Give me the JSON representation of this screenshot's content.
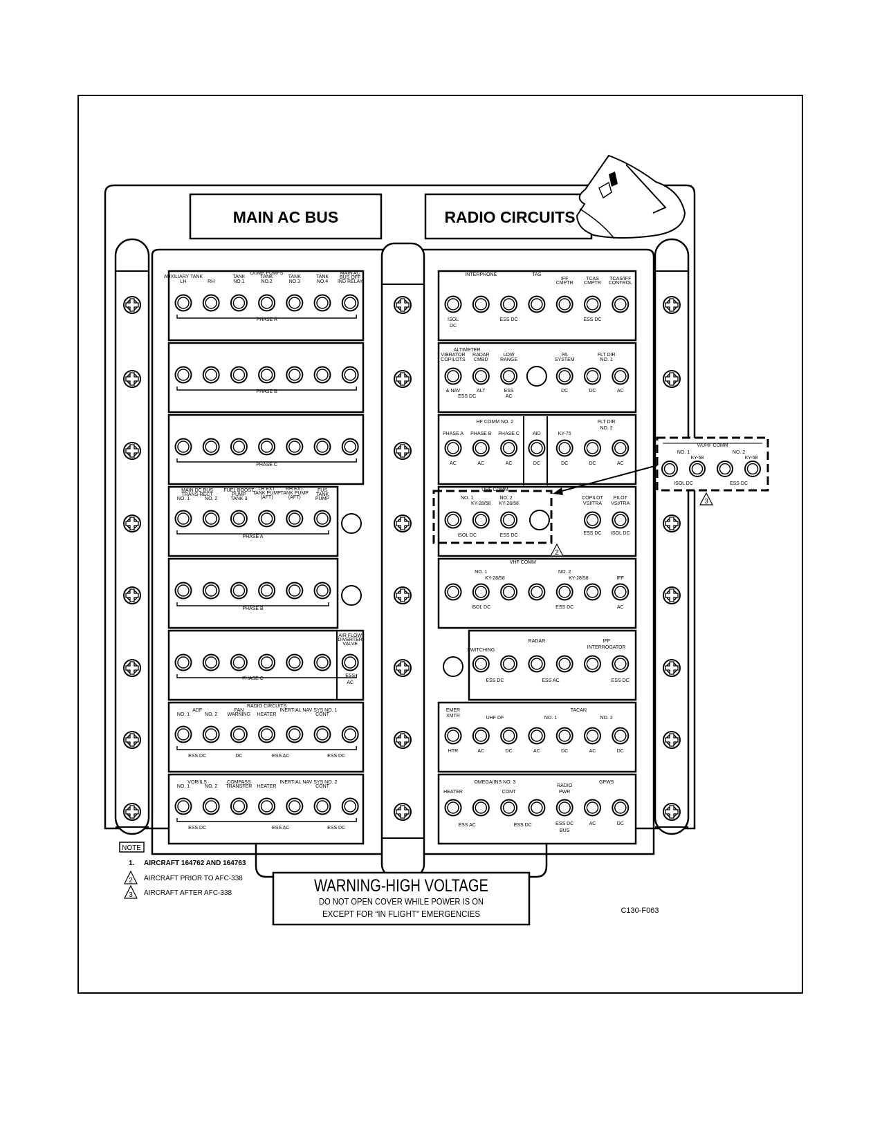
{
  "panel": {
    "main_title": "MAIN AC BUS",
    "radio_title": "RADIO CIRCUITS"
  },
  "left_strips": [
    {
      "breakers": 7,
      "labels": [
        {
          "t": "AUXILIARY TANK",
          "p": 1.0,
          "r": 0.1
        },
        {
          "t": "LH",
          "p": 1.0,
          "r": 0.17
        },
        {
          "t": "RH",
          "p": 2.0,
          "r": 0.17
        },
        {
          "t": "DUMP PUMPS",
          "p": 4.0,
          "r": 0.05
        },
        {
          "t": "TANK",
          "p": 3.0,
          "r": 0.1
        },
        {
          "t": "NO.1",
          "p": 3.0,
          "r": 0.17
        },
        {
          "t": "TANK",
          "p": 4.0,
          "r": 0.1
        },
        {
          "t": "NO.2",
          "p": 4.0,
          "r": 0.17
        },
        {
          "t": "TANK",
          "p": 5.0,
          "r": 0.1
        },
        {
          "t": "NO.3",
          "p": 5.0,
          "r": 0.17
        },
        {
          "t": "TANK",
          "p": 6.0,
          "r": 0.1
        },
        {
          "t": "NO.4",
          "p": 6.0,
          "r": 0.17
        },
        {
          "t": "MAIN AC",
          "p": 7.0,
          "r": 0.05
        },
        {
          "t": "BUS OFF",
          "p": 7.0,
          "r": 0.11
        },
        {
          "t": "IND RELAY",
          "p": 7.0,
          "r": 0.17
        },
        {
          "t": "PHASE A",
          "p": 4.0,
          "r": 0.72
        }
      ]
    },
    {
      "breakers": 7,
      "labels": [
        {
          "t": "PHASE B",
          "p": 4.0,
          "r": 0.72
        }
      ]
    },
    {
      "breakers": 7,
      "labels": [
        {
          "t": "PHASE C",
          "p": 4.0,
          "r": 0.74
        }
      ]
    },
    {
      "breakers": 6,
      "labels": [
        {
          "t": "MAIN DC BUS",
          "p": 1.5,
          "r": 0.07
        },
        {
          "t": "TRANS-RECT",
          "p": 1.5,
          "r": 0.13
        },
        {
          "t": "NO. 1",
          "p": 1.0,
          "r": 0.19
        },
        {
          "t": "NO. 2",
          "p": 2.0,
          "r": 0.19
        },
        {
          "t": "FUEL BOOST",
          "p": 3.0,
          "r": 0.07
        },
        {
          "t": "PUMP",
          "p": 3.0,
          "r": 0.13
        },
        {
          "t": "TANK 3",
          "p": 3.0,
          "r": 0.19
        },
        {
          "t": "LH EXT",
          "p": 4.0,
          "r": 0.05
        },
        {
          "t": "TANK PUMP",
          "p": 4.0,
          "r": 0.11
        },
        {
          "t": "(AFT)",
          "p": 4.0,
          "r": 0.17
        },
        {
          "t": "RH EXT",
          "p": 5.0,
          "r": 0.05
        },
        {
          "t": "TANK PUMP",
          "p": 5.0,
          "r": 0.11
        },
        {
          "t": "(AFT)",
          "p": 5.0,
          "r": 0.17
        },
        {
          "t": "FUS",
          "p": 6.0,
          "r": 0.07
        },
        {
          "t": "TANK",
          "p": 6.0,
          "r": 0.13
        },
        {
          "t": "PUMP",
          "p": 6.0,
          "r": 0.19
        },
        {
          "t": "PHASE A",
          "p": 3.5,
          "r": 0.74
        }
      ]
    },
    {
      "breakers": 6,
      "labels": [
        {
          "t": "PHASE B",
          "p": 3.5,
          "r": 0.74
        }
      ]
    },
    {
      "breakers": 7,
      "labels": [
        {
          "t": "AIR FLOW",
          "p": 7.0,
          "r": 0.09
        },
        {
          "t": "DIVERTER",
          "p": 7.0,
          "r": 0.15
        },
        {
          "t": "VALVE",
          "p": 7.0,
          "r": 0.21
        },
        {
          "t": "PHASE C",
          "p": 3.5,
          "r": 0.71
        },
        {
          "t": "ESS",
          "p": 7.0,
          "r": 0.67
        },
        {
          "t": "AC",
          "p": 7.0,
          "r": 0.77
        }
      ]
    },
    {
      "breakers": 7,
      "labels": [
        {
          "t": "RADIO CIRCUITS",
          "p": 4.0,
          "r": 0.07
        },
        {
          "t": "ADF",
          "p": 1.5,
          "r": 0.13
        },
        {
          "t": "NO. 1",
          "p": 1.0,
          "r": 0.19
        },
        {
          "t": "NO. 2",
          "p": 2.0,
          "r": 0.19
        },
        {
          "t": "FAN",
          "p": 3.0,
          "r": 0.13
        },
        {
          "t": "WARNING",
          "p": 3.0,
          "r": 0.19
        },
        {
          "t": "INERTIAL NAV SYS NO. 1",
          "p": 5.5,
          "r": 0.13
        },
        {
          "t": "HEATER",
          "p": 4.0,
          "r": 0.19
        },
        {
          "t": "CONT",
          "p": 6.0,
          "r": 0.19
        },
        {
          "t": "ESS DC",
          "p": 1.5,
          "r": 0.79
        },
        {
          "t": "DC",
          "p": 3.0,
          "r": 0.79
        },
        {
          "t": "ESS AC",
          "p": 4.5,
          "r": 0.79
        },
        {
          "t": "ESS DC",
          "p": 6.5,
          "r": 0.79
        }
      ]
    },
    {
      "breakers": 7,
      "labels": [
        {
          "t": "VOR/ILS",
          "p": 1.5,
          "r": 0.13
        },
        {
          "t": "NO. 1",
          "p": 1.0,
          "r": 0.19
        },
        {
          "t": "NO. 2",
          "p": 2.0,
          "r": 0.19
        },
        {
          "t": "COMPASS",
          "p": 3.0,
          "r": 0.13
        },
        {
          "t": "TRANSFER",
          "p": 3.0,
          "r": 0.19
        },
        {
          "t": "INERTIAL NAV SYS NO. 2",
          "p": 5.5,
          "r": 0.13
        },
        {
          "t": "HEATER",
          "p": 4.0,
          "r": 0.19
        },
        {
          "t": "CONT",
          "p": 6.0,
          "r": 0.19
        },
        {
          "t": "ESS DC",
          "p": 1.5,
          "r": 0.79
        },
        {
          "t": "ESS AC",
          "p": 4.5,
          "r": 0.79
        },
        {
          "t": "ESS DC",
          "p": 6.5,
          "r": 0.79
        }
      ]
    }
  ],
  "right_strips": [
    {
      "breakers": [
        1,
        2,
        3,
        4,
        5,
        6,
        7
      ],
      "labels": [
        {
          "t": "INTERPHONE",
          "p": 2.0,
          "r": 0.07
        },
        {
          "t": "TAS",
          "p": 4.0,
          "r": 0.07
        },
        {
          "t": "IFF",
          "p": 5.0,
          "r": 0.13
        },
        {
          "t": "CMPTR",
          "p": 5.0,
          "r": 0.19
        },
        {
          "t": "TCAS",
          "p": 6.0,
          "r": 0.13
        },
        {
          "t": "CMPTR",
          "p": 6.0,
          "r": 0.19
        },
        {
          "t": "TCAS/IFF",
          "p": 7.0,
          "r": 0.13
        },
        {
          "t": "CONTROL",
          "p": 7.0,
          "r": 0.19
        },
        {
          "t": "ISOL",
          "p": 1.0,
          "r": 0.72
        },
        {
          "t": "DC",
          "p": 1.0,
          "r": 0.81
        },
        {
          "t": "ESS DC",
          "p": 3.0,
          "r": 0.72
        },
        {
          "t": "ESS DC",
          "p": 6.0,
          "r": 0.72
        }
      ]
    },
    {
      "breakers": [
        1,
        2,
        3,
        5,
        6,
        7
      ],
      "spares": [
        4
      ],
      "labels": [
        {
          "t": "ALTIMETER",
          "p": 1.5,
          "r": 0.12
        },
        {
          "t": "VIBRATOR",
          "p": 1.0,
          "r": 0.19
        },
        {
          "t": "COPILOTS",
          "p": 1.0,
          "r": 0.26
        },
        {
          "t": "RADAR",
          "p": 2.0,
          "r": 0.19
        },
        {
          "t": "CMBD",
          "p": 2.0,
          "r": 0.26
        },
        {
          "t": "LOW",
          "p": 3.0,
          "r": 0.19
        },
        {
          "t": "RANGE",
          "p": 3.0,
          "r": 0.26
        },
        {
          "t": "PA",
          "p": 5.0,
          "r": 0.19
        },
        {
          "t": "SYSTEM",
          "p": 5.0,
          "r": 0.26
        },
        {
          "t": "FLT DIR",
          "p": 6.5,
          "r": 0.19
        },
        {
          "t": "NO. 1",
          "p": 6.5,
          "r": 0.26
        },
        {
          "t": "& NAV",
          "p": 1.0,
          "r": 0.71
        },
        {
          "t": "ALT",
          "p": 2.0,
          "r": 0.71
        },
        {
          "t": "ESS DC",
          "p": 1.5,
          "r": 0.79
        },
        {
          "t": "ESS",
          "p": 3.0,
          "r": 0.71
        },
        {
          "t": "AC",
          "p": 3.0,
          "r": 0.79
        },
        {
          "t": "DC",
          "p": 5.0,
          "r": 0.71
        },
        {
          "t": "DC",
          "p": 6.0,
          "r": 0.71
        },
        {
          "t": "AC",
          "p": 7.0,
          "r": 0.71
        }
      ]
    },
    {
      "breakers": [
        1,
        2,
        3,
        4,
        5,
        6,
        7
      ],
      "labels": [
        {
          "t": "HF COMM NO. 2",
          "p": 2.5,
          "r": 0.12
        },
        {
          "t": "FLT DIR",
          "p": 6.5,
          "r": 0.12
        },
        {
          "t": "NO. 2",
          "p": 6.5,
          "r": 0.21
        },
        {
          "t": "PHASE A",
          "p": 1.0,
          "r": 0.29
        },
        {
          "t": "PHASE B",
          "p": 2.0,
          "r": 0.29
        },
        {
          "t": "PHASE C",
          "p": 3.0,
          "r": 0.29
        },
        {
          "t": "AID",
          "p": 4.0,
          "r": 0.29
        },
        {
          "t": "KY-75",
          "p": 5.0,
          "r": 0.29
        },
        {
          "t": "AC",
          "p": 1.0,
          "r": 0.72
        },
        {
          "t": "AC",
          "p": 2.0,
          "r": 0.72
        },
        {
          "t": "AC",
          "p": 3.0,
          "r": 0.72
        },
        {
          "t": "DC",
          "p": 4.0,
          "r": 0.72
        },
        {
          "t": "DC",
          "p": 5.0,
          "r": 0.72
        },
        {
          "t": "DC",
          "p": 6.0,
          "r": 0.72
        },
        {
          "t": "AC",
          "p": 7.0,
          "r": 0.72
        }
      ]
    },
    {
      "breakers": [
        1,
        2,
        3,
        6,
        7
      ],
      "spares": [
        4.1
      ],
      "labels": [
        {
          "t": "UHF COMM",
          "p": 2.5,
          "r": 0.06
        },
        {
          "t": "NO. 1",
          "p": 1.5,
          "r": 0.18
        },
        {
          "t": "KY-28/58",
          "p": 2.0,
          "r": 0.26
        },
        {
          "t": "NO. 2",
          "p": 2.9,
          "r": 0.18
        },
        {
          "t": "KY-28/58",
          "p": 3.0,
          "r": 0.26
        },
        {
          "t": "COPILOT",
          "p": 6.0,
          "r": 0.18
        },
        {
          "t": "VSI/TRA",
          "p": 6.0,
          "r": 0.26
        },
        {
          "t": "PILOT",
          "p": 7.0,
          "r": 0.18
        },
        {
          "t": "VSI/TRA",
          "p": 7.0,
          "r": 0.26
        },
        {
          "t": "ISOL DC",
          "p": 1.5,
          "r": 0.72
        },
        {
          "t": "ESS DC",
          "p": 3.0,
          "r": 0.72
        },
        {
          "t": "ESS DC",
          "p": 6.0,
          "r": 0.69
        },
        {
          "t": "ISOL DC",
          "p": 7.0,
          "r": 0.69
        }
      ]
    },
    {
      "breakers": [
        1,
        2,
        3,
        4,
        5,
        6,
        7
      ],
      "labels": [
        {
          "t": "VHF COMM",
          "p": 3.5,
          "r": 0.07
        },
        {
          "t": "NO. 1",
          "p": 2.0,
          "r": 0.21
        },
        {
          "t": "KY-28/58",
          "p": 2.5,
          "r": 0.3
        },
        {
          "t": "NO. 2",
          "p": 5.0,
          "r": 0.21
        },
        {
          "t": "KY-28/58",
          "p": 5.5,
          "r": 0.3
        },
        {
          "t": "IFF",
          "p": 7.0,
          "r": 0.3
        },
        {
          "t": "ISOL DC",
          "p": 2.0,
          "r": 0.72
        },
        {
          "t": "ESS DC",
          "p": 5.0,
          "r": 0.72
        },
        {
          "t": "AC",
          "p": 7.0,
          "r": 0.72
        }
      ]
    },
    {
      "breakers": [
        2,
        3,
        4,
        5,
        6,
        7
      ],
      "labels": [
        {
          "t": "RADAR",
          "p": 4.0,
          "r": 0.17
        },
        {
          "t": "IFF",
          "p": 6.5,
          "r": 0.17
        },
        {
          "t": "INTERROGATOR",
          "p": 6.5,
          "r": 0.26
        },
        {
          "t": "SWITCHING",
          "p": 2.0,
          "r": 0.3
        },
        {
          "t": "ESS DC",
          "p": 2.5,
          "r": 0.74
        },
        {
          "t": "ESS AC",
          "p": 4.5,
          "r": 0.74
        },
        {
          "t": "ESS DC",
          "p": 7.0,
          "r": 0.74
        }
      ]
    },
    {
      "breakers": [
        1,
        2,
        3,
        4,
        5,
        6,
        7
      ],
      "labels": [
        {
          "t": "TACAN",
          "p": 5.5,
          "r": 0.13
        },
        {
          "t": "EMER",
          "p": 1.0,
          "r": 0.13
        },
        {
          "t": "XMTR",
          "p": 1.0,
          "r": 0.21
        },
        {
          "t": "UHF DF",
          "p": 2.5,
          "r": 0.24
        },
        {
          "t": "NO. 1",
          "p": 4.5,
          "r": 0.24
        },
        {
          "t": "NO. 2",
          "p": 6.5,
          "r": 0.24
        },
        {
          "t": "HTR",
          "p": 1.0,
          "r": 0.72
        },
        {
          "t": "AC",
          "p": 2.0,
          "r": 0.72
        },
        {
          "t": "DC",
          "p": 3.0,
          "r": 0.72
        },
        {
          "t": "AC",
          "p": 4.0,
          "r": 0.72
        },
        {
          "t": "DC",
          "p": 5.0,
          "r": 0.72
        },
        {
          "t": "AC",
          "p": 6.0,
          "r": 0.72
        },
        {
          "t": "DC",
          "p": 7.0,
          "r": 0.72
        }
      ]
    },
    {
      "breakers": [
        1,
        2,
        3,
        4,
        5,
        6,
        7
      ],
      "labels": [
        {
          "t": "OMEGA/INS NO. 3",
          "p": 2.5,
          "r": 0.13
        },
        {
          "t": "GPWS",
          "p": 6.5,
          "r": 0.13
        },
        {
          "t": "HEATER",
          "p": 1.0,
          "r": 0.27
        },
        {
          "t": "CONT",
          "p": 3.0,
          "r": 0.27
        },
        {
          "t": "RADIO",
          "p": 5.0,
          "r": 0.18
        },
        {
          "t": "PWR",
          "p": 5.0,
          "r": 0.27
        },
        {
          "t": "ESS AC",
          "p": 1.5,
          "r": 0.75
        },
        {
          "t": "ESS DC",
          "p": 3.5,
          "r": 0.75
        },
        {
          "t": "ESS DC",
          "p": 5.0,
          "r": 0.73
        },
        {
          "t": "BUS",
          "p": 5.0,
          "r": 0.83
        },
        {
          "t": "AC",
          "p": 6.0,
          "r": 0.73
        },
        {
          "t": "DC",
          "p": 7.0,
          "r": 0.73
        }
      ]
    }
  ],
  "inset": {
    "title": "V/UHF COMM",
    "no1": "NO. 1",
    "ky1": "KY-58",
    "no2": "NO. 2",
    "ky2": "KY-58",
    "isol": "ISOL DC",
    "ess": "ESS DC",
    "callout": "3"
  },
  "callout_2": "2",
  "notes": {
    "heading": "NOTE",
    "items": [
      {
        "marker": "1.",
        "text": "AIRCRAFT 164762 AND 164763"
      },
      {
        "marker": "2",
        "text": "AIRCRAFT PRIOR TO AFC-338"
      },
      {
        "marker": "3",
        "text": "AIRCRAFT AFTER AFC-338"
      }
    ]
  },
  "warning": {
    "title": "WARNING-HIGH VOLTAGE",
    "line1": "DO NOT OPEN COVER WHILE POWER IS ON",
    "line2": "EXCEPT FOR “IN FLIGHT” EMERGENCIES"
  },
  "figure_code": "C130-F063"
}
